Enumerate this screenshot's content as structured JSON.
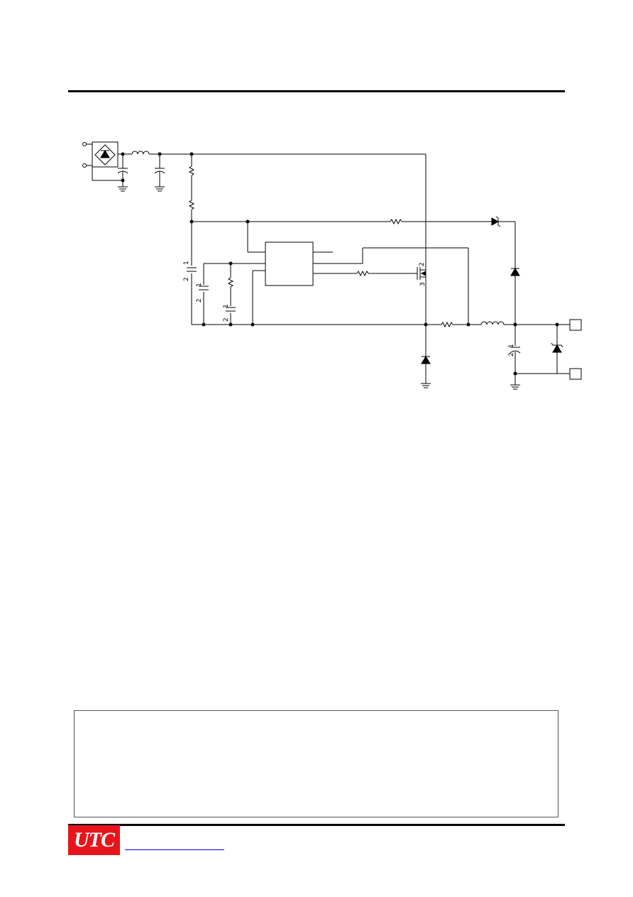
{
  "header": {
    "rule": "top-rule"
  },
  "schematic": {
    "mosfet_pins": {
      "drain": "2",
      "source": "3"
    },
    "capacitor_pins": {
      "c1_top": "1",
      "c1_bottom": "2",
      "c2_top": "1",
      "c2_bottom": "2",
      "c3_top": "1",
      "c3_bottom": "2",
      "c_out_top": "1",
      "c_out_bottom": "2"
    }
  },
  "footer": {
    "logo_text": "UTC",
    "logo_color": "#e8141c",
    "link_color": "#0000ee",
    "website_text": ""
  }
}
